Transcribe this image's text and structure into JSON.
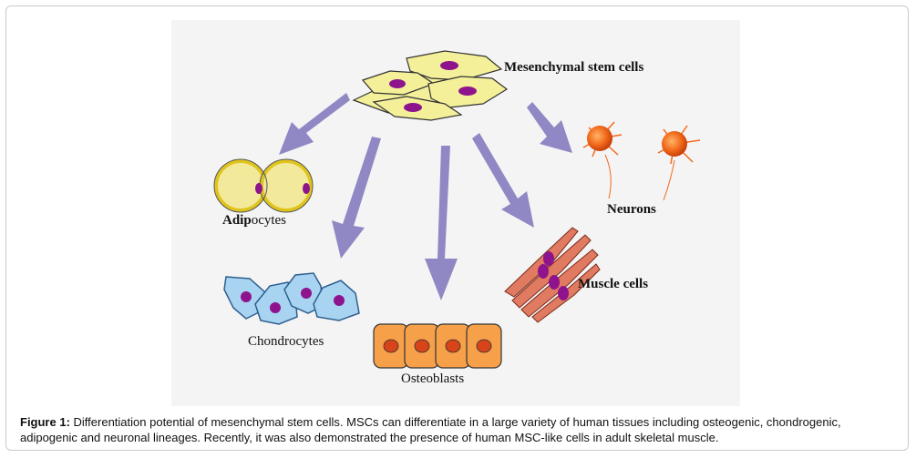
{
  "colors": {
    "arrow": "#9088c4",
    "msc_fill": "#f4f09a",
    "nucleus": "#8e148e",
    "adipocyte_fill": "#f2e99a",
    "adipocyte_ring": "#e8cf2a",
    "chondrocyte_fill": "#a8d4f2",
    "osteoblast_fill": "#f6a04a",
    "osteoblast_nucleus": "#d8441a",
    "muscle_fill": "#e07a60",
    "neuron_fill": "#f26a1a"
  },
  "labels": {
    "msc": "Mesenchymal stem cells",
    "adipocytes_bold": "Adip",
    "adipocytes_rest": "ocytes",
    "chondrocytes": "Chondrocytes",
    "osteoblasts": "Osteoblasts",
    "muscle": "Muscle cells",
    "neurons": "Neurons"
  },
  "caption": {
    "prefix": "Figure 1:",
    "text": " Differentiation potential of mesenchymal stem cells. MSCs can differentiate in a large variety of human tissues including osteogenic, chondrogenic, adipogenic and neuronal lineages. Recently, it was also demonstrated the presence of human MSC-like cells in adult skeletal muscle."
  }
}
